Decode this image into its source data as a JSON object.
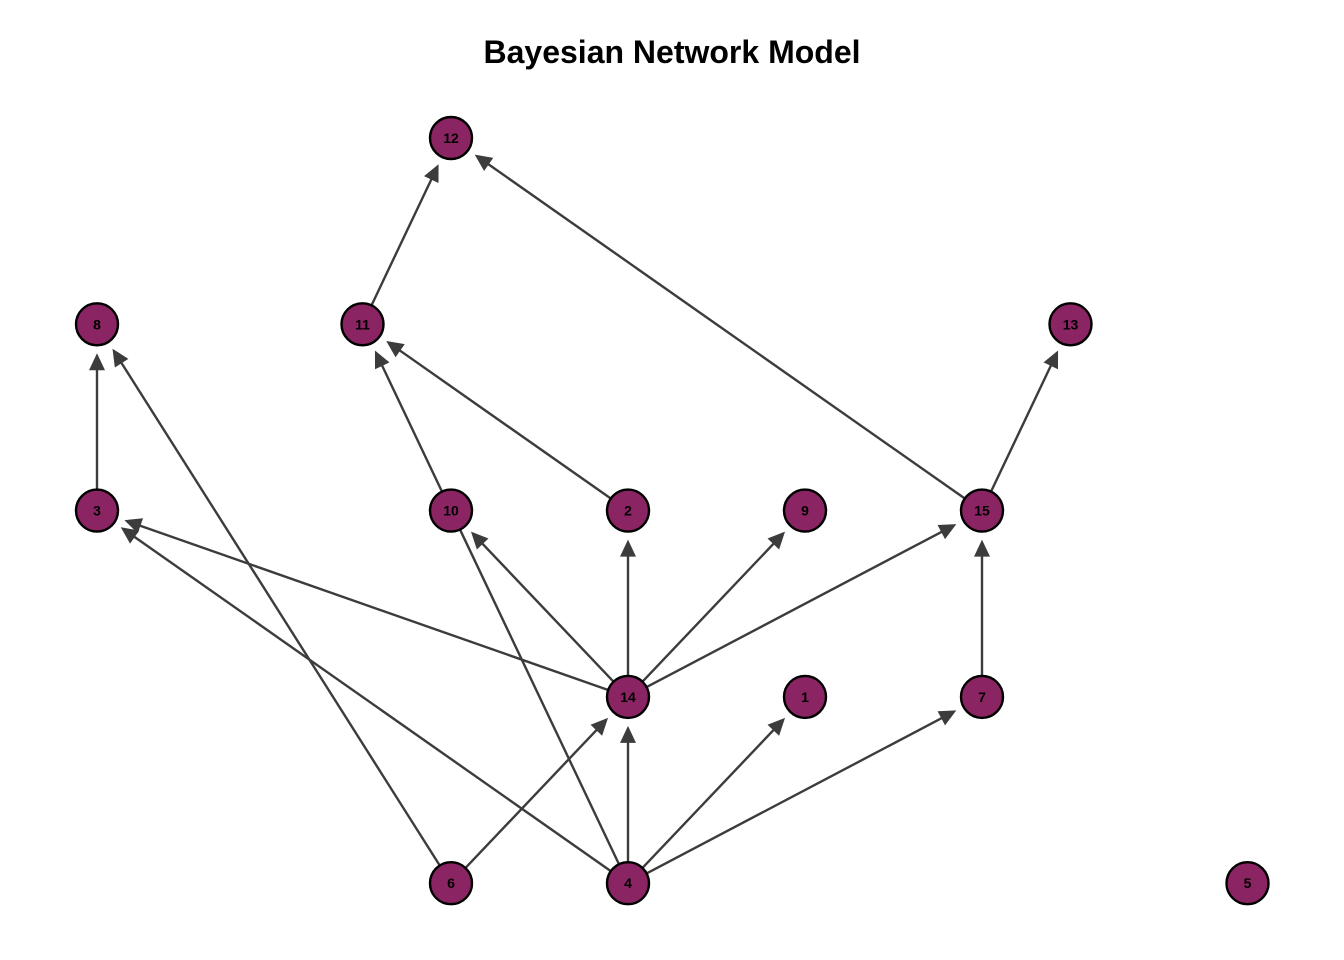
{
  "title": "Bayesian Network Model",
  "colors": {
    "node_fill": "#8B2462",
    "node_stroke": "#000000",
    "edge": "#3c3c3c"
  },
  "nodes": [
    {
      "id": "12",
      "layer": 0,
      "col": 2
    },
    {
      "id": "8",
      "layer": 1,
      "col": 0
    },
    {
      "id": "11",
      "layer": 1,
      "col": 1.5
    },
    {
      "id": "13",
      "layer": 1,
      "col": 5.5
    },
    {
      "id": "3",
      "layer": 2,
      "col": 0
    },
    {
      "id": "10",
      "layer": 2,
      "col": 2
    },
    {
      "id": "2",
      "layer": 2,
      "col": 3
    },
    {
      "id": "9",
      "layer": 2,
      "col": 4
    },
    {
      "id": "15",
      "layer": 2,
      "col": 5
    },
    {
      "id": "14",
      "layer": 3,
      "col": 3
    },
    {
      "id": "1",
      "layer": 3,
      "col": 4
    },
    {
      "id": "7",
      "layer": 3,
      "col": 5
    },
    {
      "id": "6",
      "layer": 4,
      "col": 2
    },
    {
      "id": "4",
      "layer": 4,
      "col": 3
    },
    {
      "id": "5",
      "layer": 4,
      "col": 6.5
    }
  ],
  "edges": [
    {
      "from": "11",
      "to": "12",
      "directed": true
    },
    {
      "from": "15",
      "to": "12",
      "directed": true
    },
    {
      "from": "3",
      "to": "8",
      "directed": true
    },
    {
      "from": "6",
      "to": "8",
      "directed": true
    },
    {
      "from": "10",
      "to": "11",
      "directed": true
    },
    {
      "from": "2",
      "to": "11",
      "directed": true
    },
    {
      "from": "15",
      "to": "13",
      "directed": true
    },
    {
      "from": "14",
      "to": "3",
      "directed": true
    },
    {
      "from": "4",
      "to": "3",
      "directed": true
    },
    {
      "from": "14",
      "to": "10",
      "directed": true
    },
    {
      "from": "4",
      "to": "10",
      "directed": false
    },
    {
      "from": "14",
      "to": "2",
      "directed": true
    },
    {
      "from": "14",
      "to": "9",
      "directed": true
    },
    {
      "from": "14",
      "to": "15",
      "directed": true
    },
    {
      "from": "7",
      "to": "15",
      "directed": true
    },
    {
      "from": "6",
      "to": "14",
      "directed": true
    },
    {
      "from": "4",
      "to": "14",
      "directed": true
    },
    {
      "from": "4",
      "to": "1",
      "directed": true
    },
    {
      "from": "4",
      "to": "7",
      "directed": true
    }
  ]
}
